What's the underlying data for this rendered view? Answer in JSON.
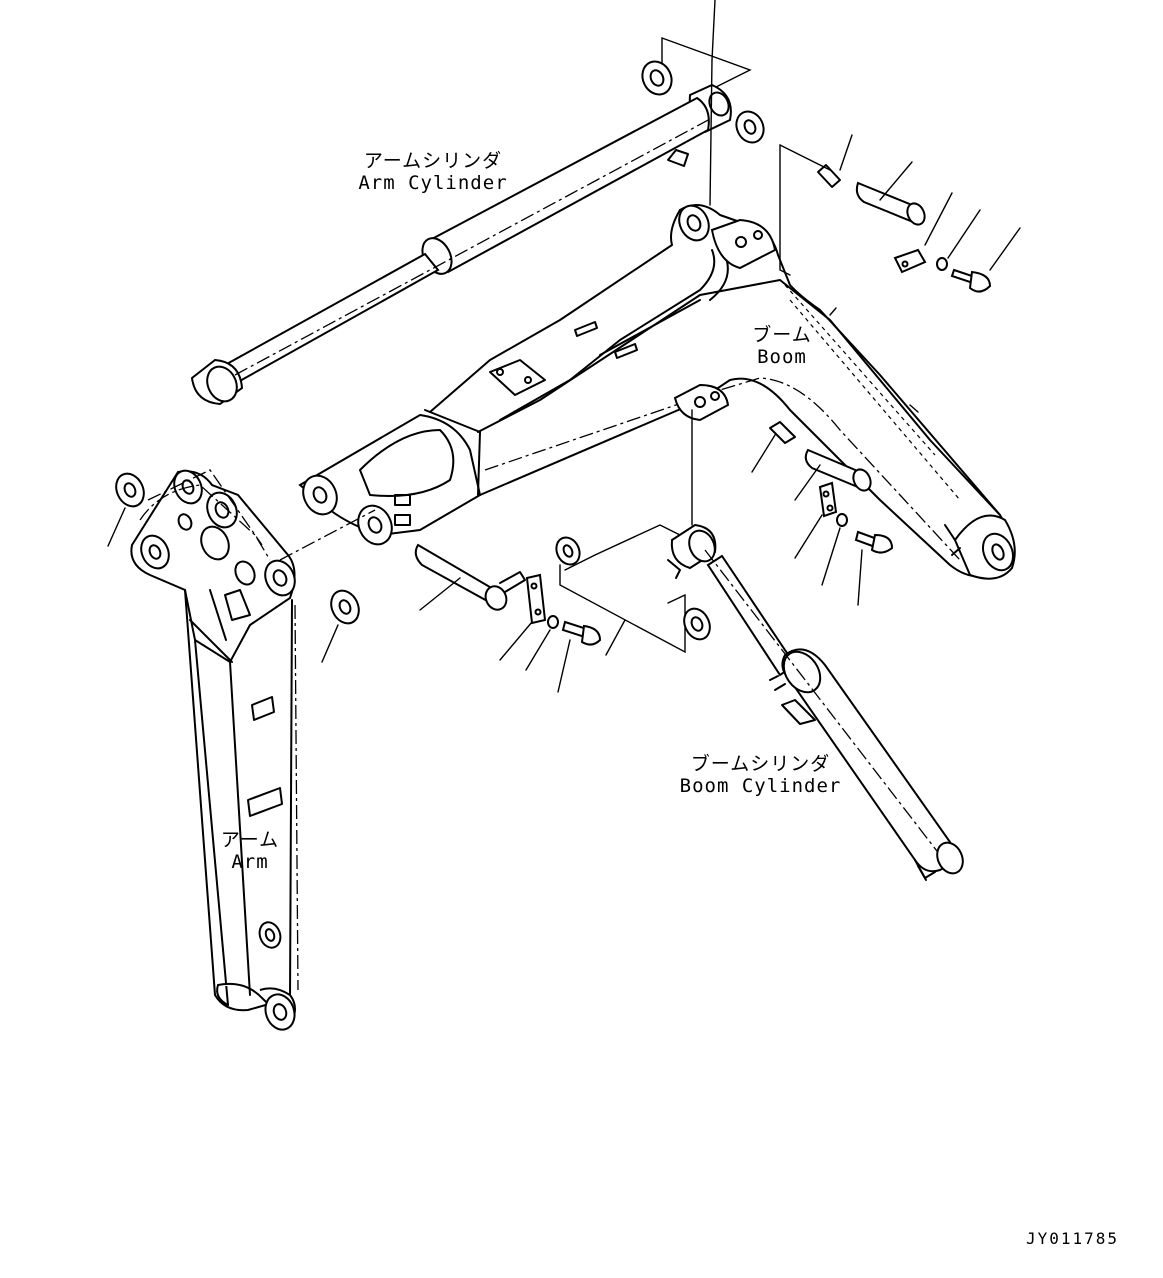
{
  "labels": {
    "arm_cylinder": {
      "jp": "アームシリンダ",
      "en": "Arm Cylinder"
    },
    "boom": {
      "jp": "ブーム",
      "en": "Boom"
    },
    "boom_cylinder": {
      "jp": "ブームシリンダ",
      "en": "Boom Cylinder"
    },
    "arm": {
      "jp": "アーム",
      "en": "Arm"
    }
  },
  "document_id": "JY011785",
  "colors": {
    "ink": "#000000",
    "paper": "#ffffff"
  }
}
